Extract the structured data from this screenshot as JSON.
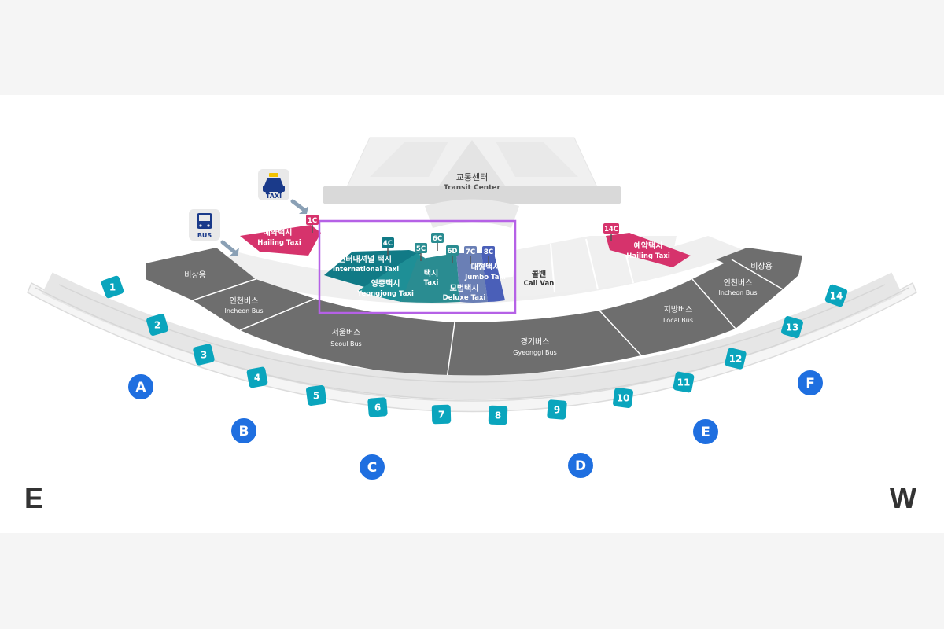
{
  "directions": {
    "left": "E",
    "right": "W"
  },
  "transit_center": {
    "ko": "교통센터",
    "en": "Transit Center"
  },
  "icons": {
    "taxi": {
      "name": "taxi-icon",
      "label": "TAXI"
    },
    "bus": {
      "name": "bus-icon",
      "label": "BUS"
    }
  },
  "zones": {
    "left_reserved": {
      "ko": "비상용"
    },
    "right_reserved": {
      "ko": "비상용"
    },
    "incheon_bus_left": {
      "ko": "인천버스",
      "en": "Incheon Bus"
    },
    "incheon_bus_right": {
      "ko": "인천버스",
      "en": "Incheon Bus"
    },
    "seoul_bus": {
      "ko": "서울버스",
      "en": "Seoul Bus"
    },
    "gyeonggi_bus": {
      "ko": "경기버스",
      "en": "Gyeonggi Bus"
    },
    "local_bus": {
      "ko": "지방버스",
      "en": "Local Bus"
    },
    "hailing_left": {
      "ko": "예약택시",
      "en": "Hailing Taxi"
    },
    "hailing_right": {
      "ko": "예약택시",
      "en": "Hailing Taxi"
    },
    "international_taxi": {
      "ko": "인터내셔널 택시",
      "en": "International Taxi"
    },
    "yeongjong_taxi": {
      "ko": "영종택시",
      "en": "Yeongjong Taxi"
    },
    "taxi": {
      "ko": "택시",
      "en": "Taxi"
    },
    "deluxe_taxi": {
      "ko": "모범택시",
      "en": "Deluxe Taxi"
    },
    "jumbo_taxi": {
      "ko": "대형택시",
      "en": "Jumbo Taxi"
    },
    "call_van": {
      "ko": "콜밴",
      "en": "Call Van"
    }
  },
  "stop_tags": [
    "1C",
    "4C",
    "5C",
    "6C",
    "6D",
    "7C",
    "8C",
    "14C"
  ],
  "gates": [
    "1",
    "2",
    "3",
    "4",
    "5",
    "6",
    "7",
    "8",
    "9",
    "10",
    "11",
    "12",
    "13",
    "14"
  ],
  "doors": [
    "A",
    "B",
    "C",
    "D",
    "E",
    "F"
  ],
  "colors": {
    "gate_teal": "#0aa5bd",
    "door_blue": "#1f6fe0",
    "hailing_pink": "#d6336c",
    "highlight_purple": "#b561e6",
    "zone_gray": "#6e6e6e",
    "taxi_teal_dark": "#117a86",
    "taxi_teal": "#2a8c91",
    "taxi_indigo": "#5c74b8"
  }
}
